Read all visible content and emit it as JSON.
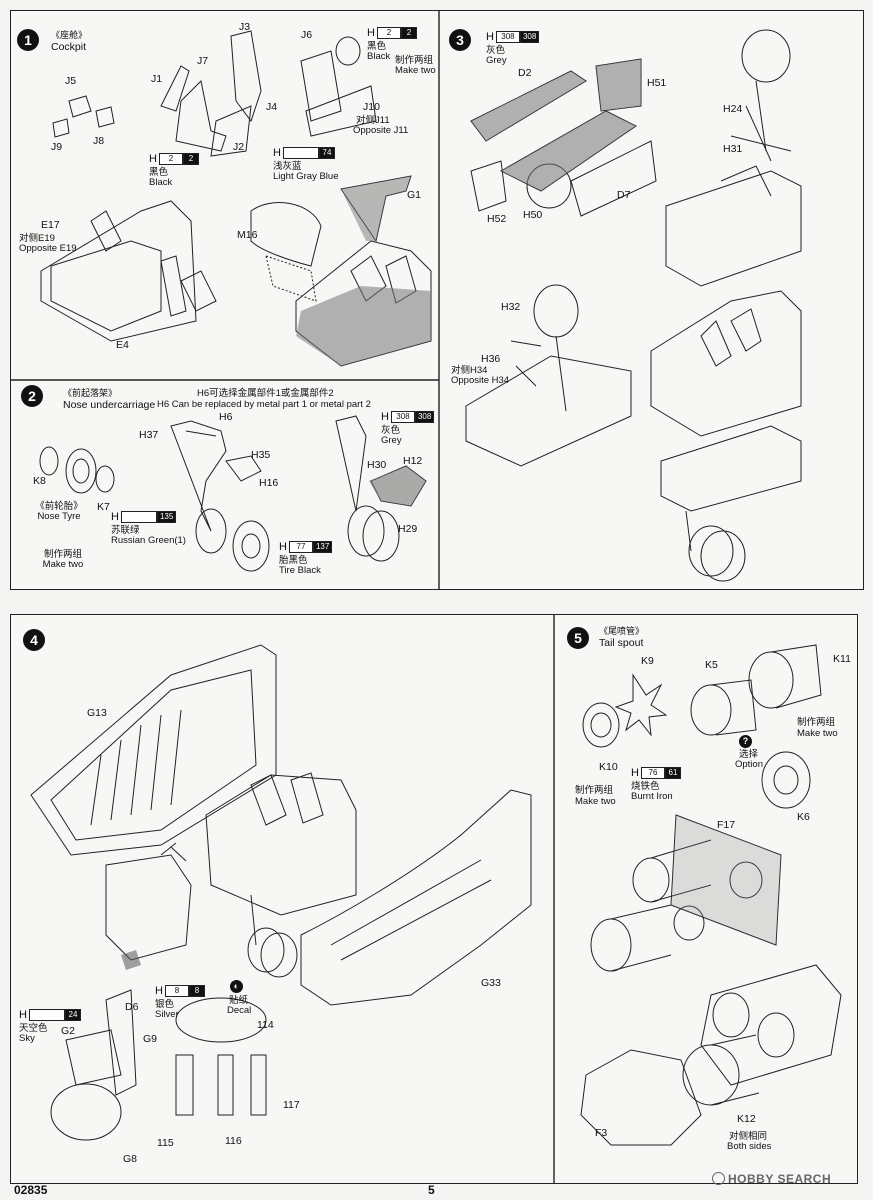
{
  "steps": [
    {
      "number": "1",
      "title_zh": "《座舱》",
      "title_en": "Cockpit",
      "labels": [
        "J3",
        "J7",
        "J6",
        "J1",
        "J5",
        "J8",
        "J9",
        "J2",
        "J4",
        "J10",
        "E17",
        "E19",
        "E4",
        "M16",
        "G1"
      ],
      "notes": [
        {
          "zh": "黑色",
          "en": "Black"
        },
        {
          "zh": "制作两组",
          "en": "Make two"
        },
        {
          "zh": "对侧J11",
          "en": "Opposite J11"
        },
        {
          "zh": "黑色",
          "en": "Black"
        },
        {
          "zh": "浅灰蓝",
          "en": "Light Gray Blue"
        },
        {
          "zh": "对侧E19",
          "en": "Opposite E19"
        }
      ],
      "paints": [
        {
          "codes": [
            "2",
            "2"
          ]
        },
        {
          "codes": [
            "2",
            "2"
          ]
        },
        {
          "codes": [
            "74"
          ]
        }
      ]
    },
    {
      "number": "2",
      "title_zh": "《前起落架》",
      "title_en": "Nose undercarriage",
      "note_zh": "H6可选择金属部件1或金属部件2",
      "note_en": "H6 Can be replaced by metal part 1 or metal part 2",
      "labels": [
        "H6",
        "H37",
        "H35",
        "H16",
        "K8",
        "K7",
        "H12",
        "H30",
        "H29"
      ],
      "notes": [
        {
          "zh": "《前轮胎》",
          "en": "Nose Tyre"
        },
        {
          "zh": "苏联绿",
          "en": "Russian Green(1)"
        },
        {
          "zh": "制作两组",
          "en": "Make two"
        },
        {
          "zh": "灰色",
          "en": "Grey"
        },
        {
          "zh": "胎黑色",
          "en": "Tire Black"
        }
      ],
      "paints": [
        {
          "codes": [
            "135"
          ]
        },
        {
          "codes": [
            "308",
            "308"
          ]
        },
        {
          "codes": [
            "77",
            "137"
          ]
        }
      ]
    },
    {
      "number": "3",
      "labels": [
        "D2",
        "H51",
        "H24",
        "H31",
        "H52",
        "H50",
        "D7",
        "H32",
        "H36",
        "H34"
      ],
      "notes": [
        {
          "zh": "灰色",
          "en": "Grey"
        },
        {
          "zh": "对侧H34",
          "en": "Opposite H34"
        }
      ],
      "paints": [
        {
          "codes": [
            "308",
            "308"
          ]
        }
      ]
    },
    {
      "number": "4",
      "labels": [
        "G13",
        "G33",
        "D6",
        "G9",
        "G2",
        "G8",
        "114",
        "115",
        "116",
        "117"
      ],
      "notes": [
        {
          "zh": "天空色",
          "en": "Sky"
        },
        {
          "zh": "银色",
          "en": "Silver"
        },
        {
          "zh": "贴纸",
          "en": "Decal"
        }
      ],
      "paints": [
        {
          "codes": [
            "24"
          ]
        },
        {
          "codes": [
            "8",
            "8"
          ]
        }
      ]
    },
    {
      "number": "5",
      "title_zh": "《尾喷管》",
      "title_en": "Tail spout",
      "labels": [
        "K9",
        "K5",
        "K11",
        "K10",
        "K6",
        "F17",
        "F3",
        "K12"
      ],
      "notes": [
        {
          "zh": "制作两组",
          "en": "Make two"
        },
        {
          "zh": "选择",
          "en": "Option"
        },
        {
          "zh": "制作两组",
          "en": "Make two"
        },
        {
          "zh": "烧铁色",
          "en": "Burnt Iron"
        },
        {
          "zh": "对侧相同",
          "en": "Both sides"
        }
      ],
      "paints": [
        {
          "codes": [
            "76",
            "61"
          ]
        }
      ]
    }
  ],
  "footer": {
    "code": "02835",
    "page": "5"
  },
  "watermark": "HOBBY SEARCH",
  "colors": {
    "ink": "#111111",
    "paper": "#f4f4f2",
    "shade": "#777777"
  }
}
